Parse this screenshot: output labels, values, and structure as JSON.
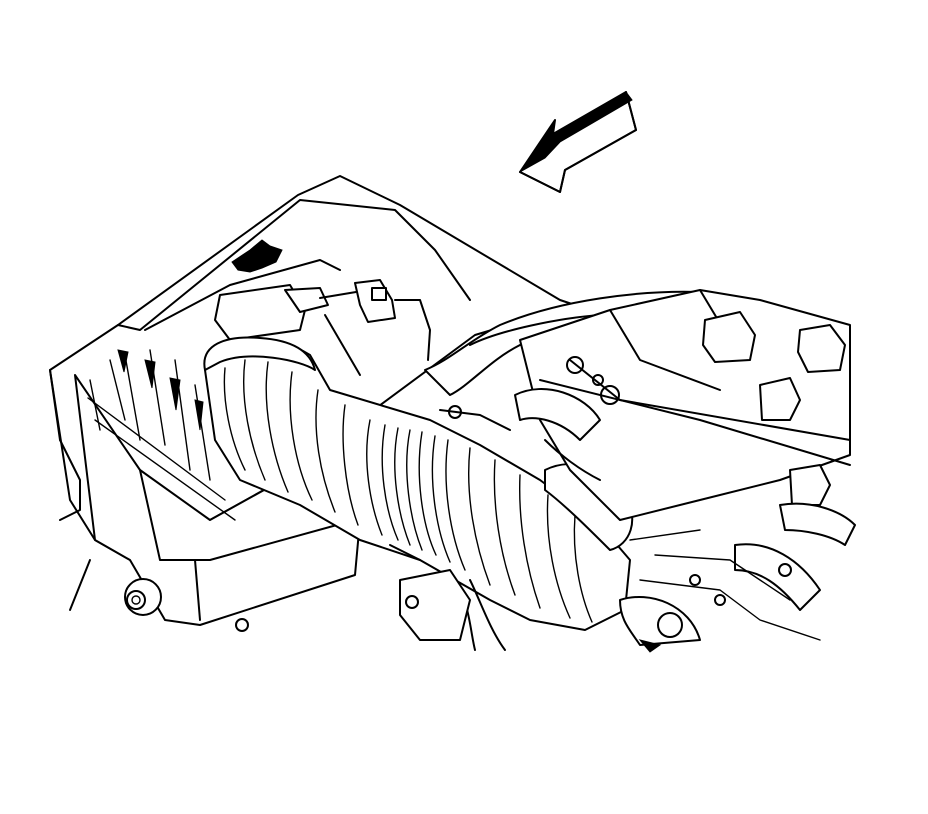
{
  "illustration": {
    "style": "black line art on white",
    "colors": {
      "line": "#000000",
      "background": "#ffffff"
    },
    "parts": [
      {
        "id": "air-cleaner-housing",
        "icon": "air-cleaner-housing-drawing"
      },
      {
        "id": "mass-airflow-sensor",
        "icon": "sensor-connector-drawing"
      },
      {
        "id": "air-intake-duct",
        "icon": "corrugated-duct-drawing"
      },
      {
        "id": "engine-top",
        "icon": "engine-valve-cover-drawing"
      },
      {
        "id": "view-direction-arrow",
        "icon": "arrow-icon",
        "pointing": "lower-left"
      }
    ]
  }
}
